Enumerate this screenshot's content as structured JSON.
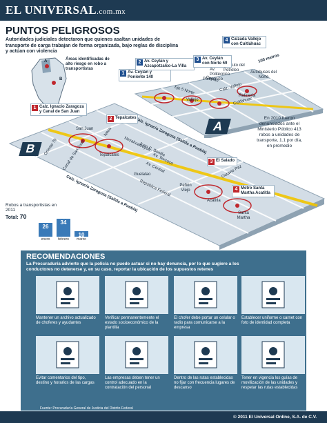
{
  "header": {
    "brand": "EL UNIVERSAL",
    "domain": ".com.mx"
  },
  "title": "PUNTOS PELIGROSOS",
  "lede": "Autoridades judiciales detectaron que quienes asaltan unidades de transporte de carga trabajan de forma organizada, bajo reglas de disciplina y actúan con violencia",
  "mini_map": {
    "label_a": "A",
    "label_b": "B",
    "legend": "Áreas identificadas de alto riesgo en robo a transportistas"
  },
  "zone_a": {
    "marker": "A",
    "points": [
      {
        "num": "1",
        "label": "Av. Ceylán y Poniente 140"
      },
      {
        "num": "2",
        "label": "Av. Ceylán y Azcapotzalco-La Villa"
      },
      {
        "num": "3",
        "label": "Av. Ceylán con Norte 59"
      },
      {
        "num": "4",
        "label": "Calzada Vallejo con Cuitláhuac"
      }
    ],
    "streets": [
      "Eje 5 Norte",
      "Ceylán",
      "Calz. Vallejo",
      "Cuitláhuac",
      "Av. Politécnico",
      "Instituto del Petróleo",
      "Autobuses del Norte",
      "100 metros"
    ],
    "places": [
      "Politécnico",
      "Vallejo",
      "Refinería"
    ]
  },
  "zone_b": {
    "marker": "B",
    "points": [
      {
        "num": "1",
        "label": "Calz. Ignacio Zaragoza y Canal de San Juan"
      },
      {
        "num": "2",
        "label": "Tepalcates"
      },
      {
        "num": "3",
        "label": "El Salado"
      },
      {
        "num": "4",
        "label": "Metro Santa Martha Acatitla"
      }
    ],
    "streets": [
      "Calz. Ignacio Zaragoza (Salida a Puebla)",
      "Oriente 79",
      "Canal de San Juan",
      "Neza",
      "Nezahualcóyotl",
      "Av. Texcoco",
      "Juan C. Bonilla",
      "Av. Central",
      "República Federal",
      "Octavio Paz"
    ],
    "places": [
      "San Juan",
      "Tepalcates",
      "Guelatao",
      "Peñón Viejo",
      "Acatitla",
      "Santa Martha"
    ]
  },
  "note": "En 2010 fueron denunciados ante el Ministerio Público 413 robos a unidades de transporte, 1.1 por día, en promedio",
  "stats": {
    "title": "Robos a transportistas en 2011",
    "total_label": "Total:",
    "total": "70"
  },
  "chart_data": {
    "type": "bar",
    "categories": [
      "enero",
      "febrero",
      "marzo"
    ],
    "values": [
      26,
      34,
      10
    ],
    "title": "Robos a transportistas en 2011"
  },
  "recommendations": {
    "title": "RECOMENDACIONES",
    "intro": "La Procuraduría advierte que la policía no puede actuar si no hay denuncia, por lo que sugiere a los conductores no detenerse y, en su caso, reportar la ubicación de los supuestos retenes",
    "items": [
      "Mantener un archivo actualizado de choferes y ayudantes",
      "Verificar permanentemente el estado socioeconómico de la plantilla",
      "El chofer debe portar un celular o radio para comunicarse a la empresa",
      "Establecer uniforme o carnet con foto de identidad completa",
      "Evitar comentarios del tipo, destino y horarios de las cargas",
      "Las empresas deben tener un control adecuado en la contratación del personal",
      "Dentro de las rutas establecidas no fijar con frecuencia lugares de descanso",
      "Tener en vigencia los guías de movilización de las unidades y respetar las rutas establecidas"
    ]
  },
  "source": "Fuente: Procuraduría General de Justicia del Distrito Federal",
  "copyright": "© 2011 El Universal Online, S.A. de C.V.",
  "colors": {
    "navy": "#1e3a52",
    "panel": "#3e6f8d",
    "red": "#c0272d",
    "blue": "#1f4f8f",
    "road": "#f2c500"
  }
}
